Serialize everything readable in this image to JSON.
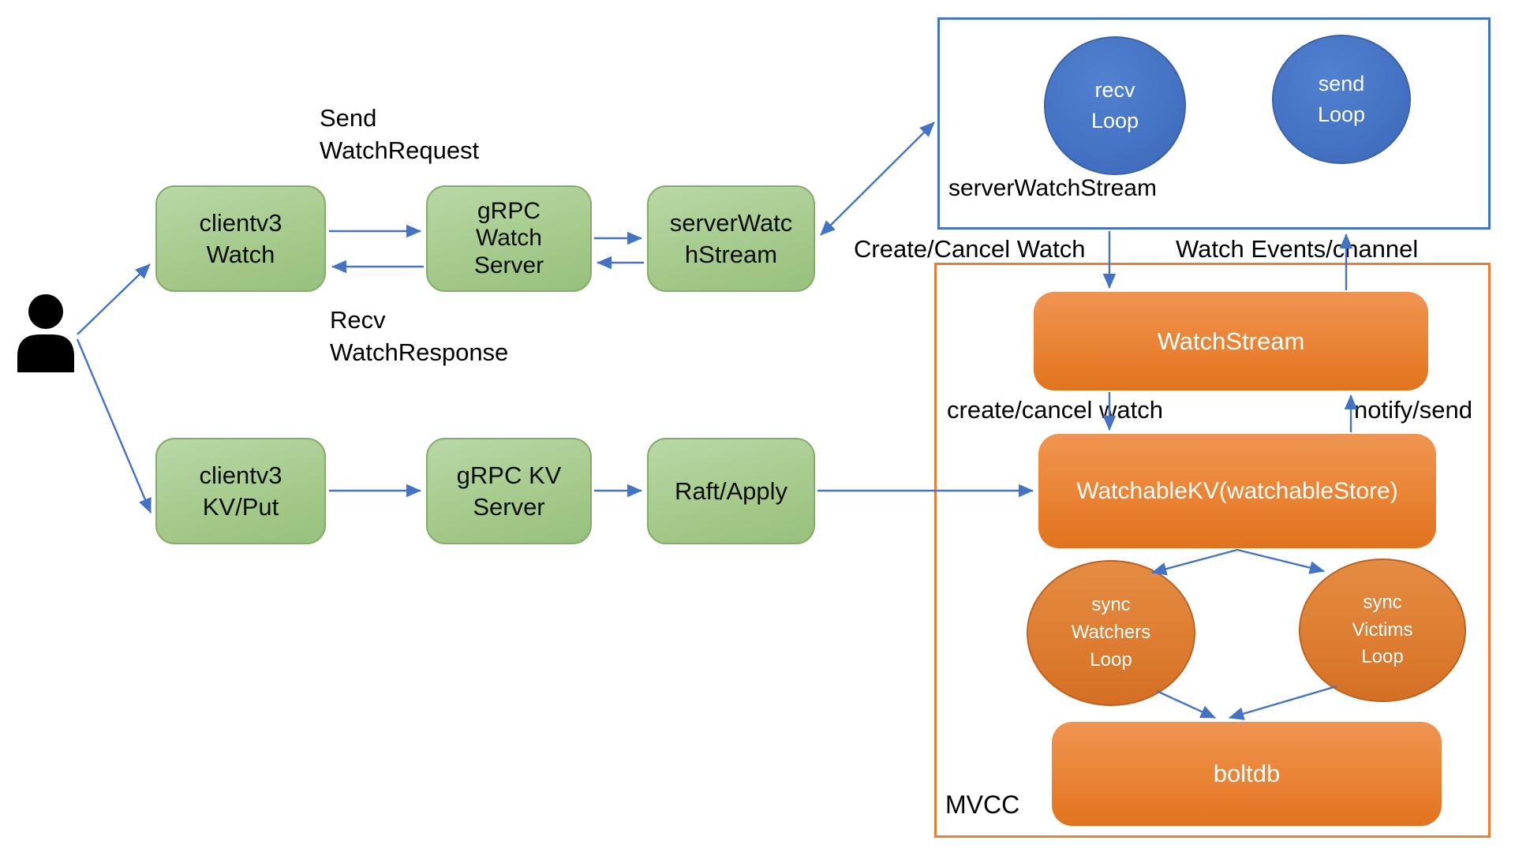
{
  "watch_path": {
    "clientv3_watch": "clientv3\nWatch",
    "grpc_watch_server": "gRPC\nWatch\nServer",
    "server_watch_stream_box": "serverWatc\nhStream",
    "send_label": "Send\nWatchRequest",
    "recv_label": "Recv\nWatchResponse"
  },
  "kv_path": {
    "clientv3_kv_put": "clientv3\nKV/Put",
    "grpc_kv_server": "gRPC KV\nServer",
    "raft_apply": "Raft/Apply"
  },
  "server_stream_group": {
    "label": "serverWatchStream",
    "recv_loop": "recv\nLoop",
    "send_loop": "send\nLoop",
    "create_cancel_label": "Create/Cancel Watch",
    "watch_events_label": "Watch Events/channel"
  },
  "mvcc_group": {
    "label": "MVCC",
    "watch_stream": "WatchStream",
    "create_cancel_label": "create/cancel watch",
    "notify_send_label": "notify/send",
    "watchable_kv": "WatchableKV(watchableStore)",
    "sync_watchers_loop": "sync\nWatchers\nLoop",
    "sync_victims_loop": "sync\nVictims\nLoop",
    "boltdb": "boltdb"
  },
  "colors": {
    "arrow": "#4472C4",
    "green_box_fill": "#A9D18E",
    "blue_node_fill": "#4472C4",
    "orange_node_fill": "#ED7D31",
    "blue_container_border": "#4472C4",
    "orange_container_border": "#ED7D31",
    "label_text": "#000000",
    "node_text_light": "#FFFFFF"
  }
}
